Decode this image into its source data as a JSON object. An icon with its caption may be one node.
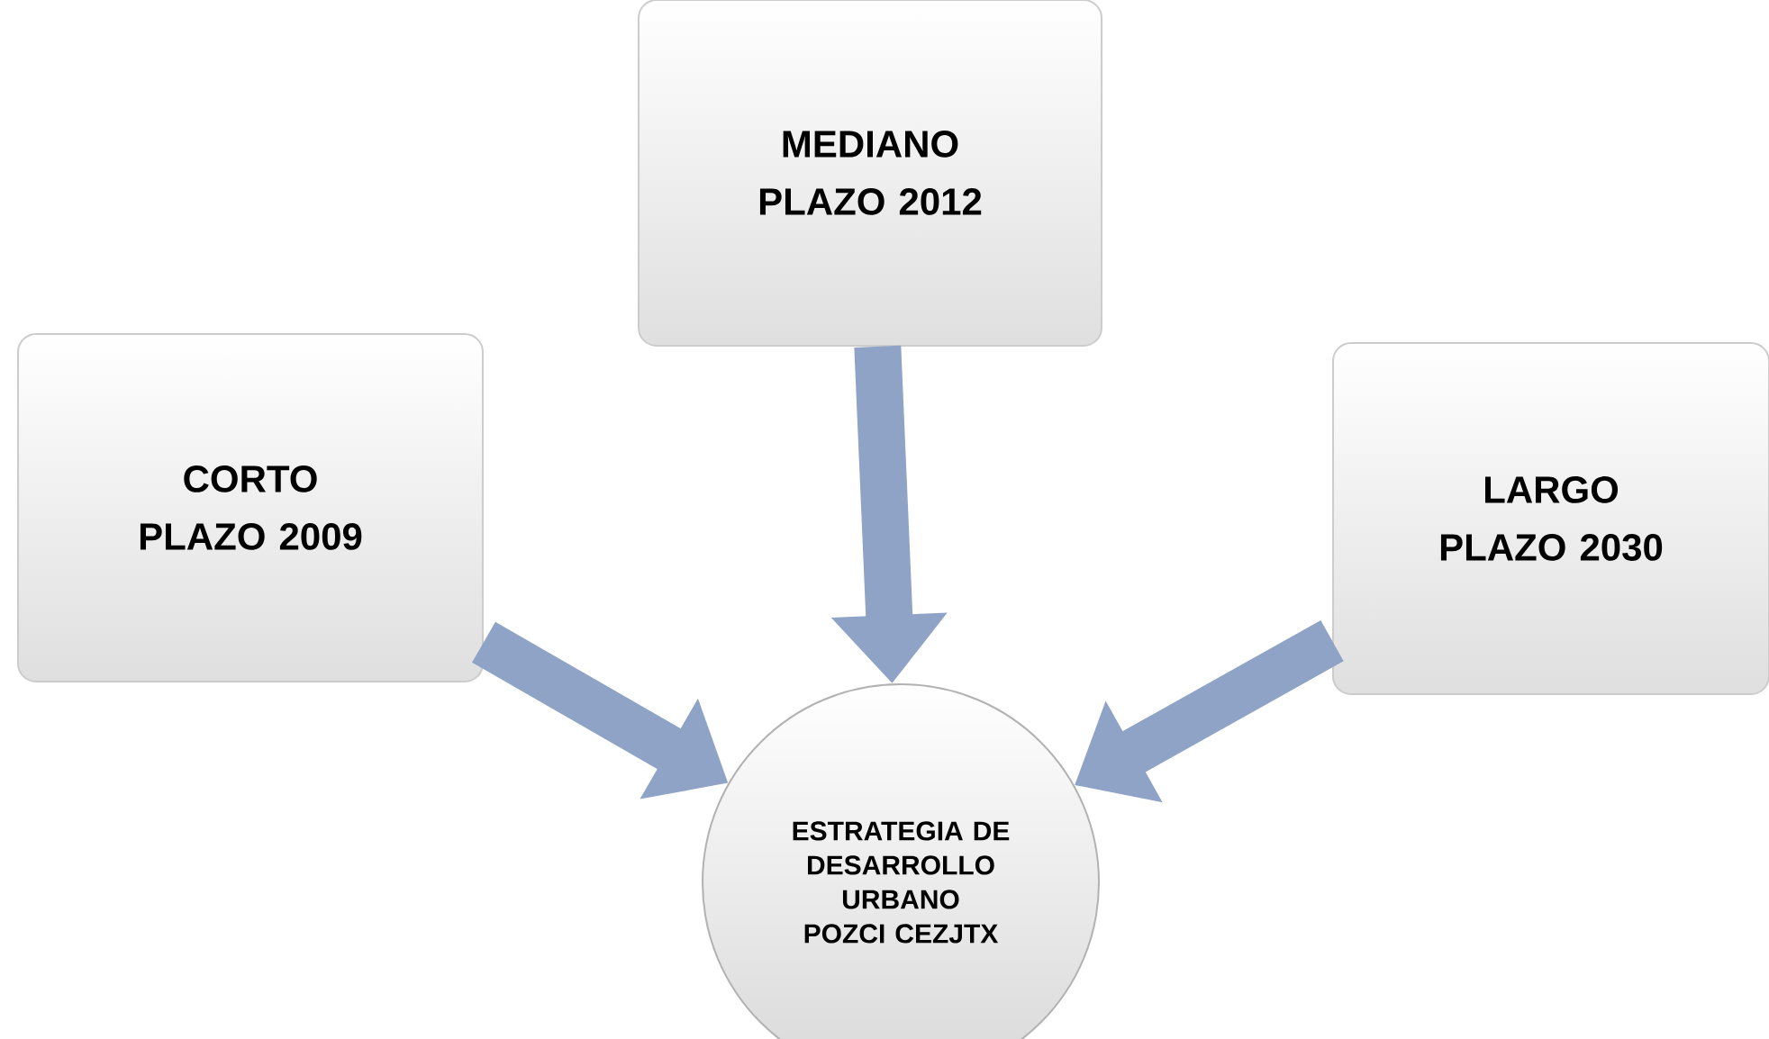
{
  "diagram": {
    "nodes": [
      {
        "text": [
          "CORTO PLAZO 2009"
        ]
      },
      {
        "text": [
          "MEDIANO PLAZO 2012"
        ]
      },
      {
        "text": [
          "LARGO PLAZO 2030"
        ]
      },
      {
        "text": [
          "ESTRATEGIA DE DESARROLLO URBANO POZCI CEZJTX"
        ]
      }
    ],
    "edges": [
      {
        "from": 0,
        "to": 3,
        "arrow": "to"
      },
      {
        "from": 1,
        "to": 3,
        "arrow": "to"
      },
      {
        "from": 2,
        "to": 3,
        "arrow": "to"
      }
    ]
  }
}
